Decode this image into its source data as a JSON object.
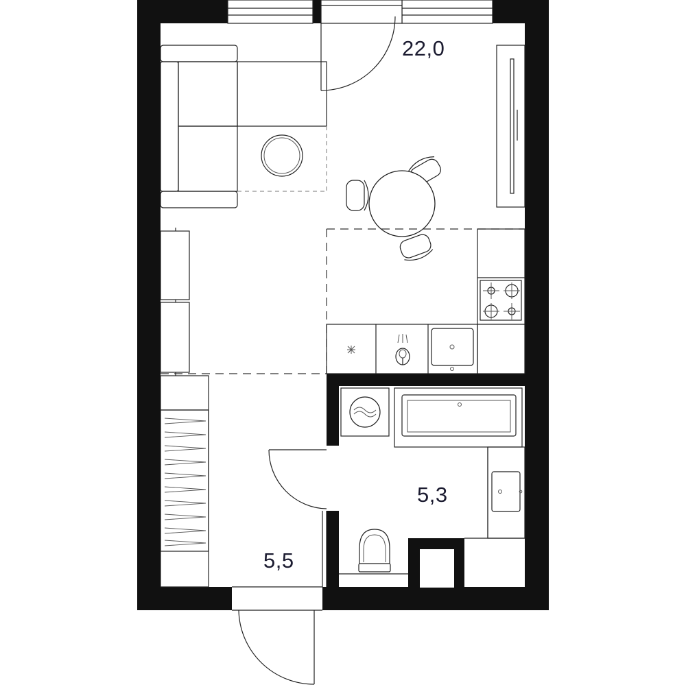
{
  "plan": {
    "rooms": [
      {
        "id": "living",
        "area": "22,0"
      },
      {
        "id": "bathroom",
        "area": "5,3"
      },
      {
        "id": "hallway",
        "area": "5,5"
      }
    ],
    "wall_color": "#111111",
    "label_color": "#1b1b30",
    "icons": {
      "stove": "stove-icon",
      "sink": "sink-icon",
      "washing_machine": "washing-machine-icon",
      "toilet": "toilet-icon",
      "bathtub": "bathtub-icon",
      "dining_table": "dining-table-icon",
      "sofa": "sofa-icon",
      "wardrobe": "wardrobe-icon"
    }
  }
}
